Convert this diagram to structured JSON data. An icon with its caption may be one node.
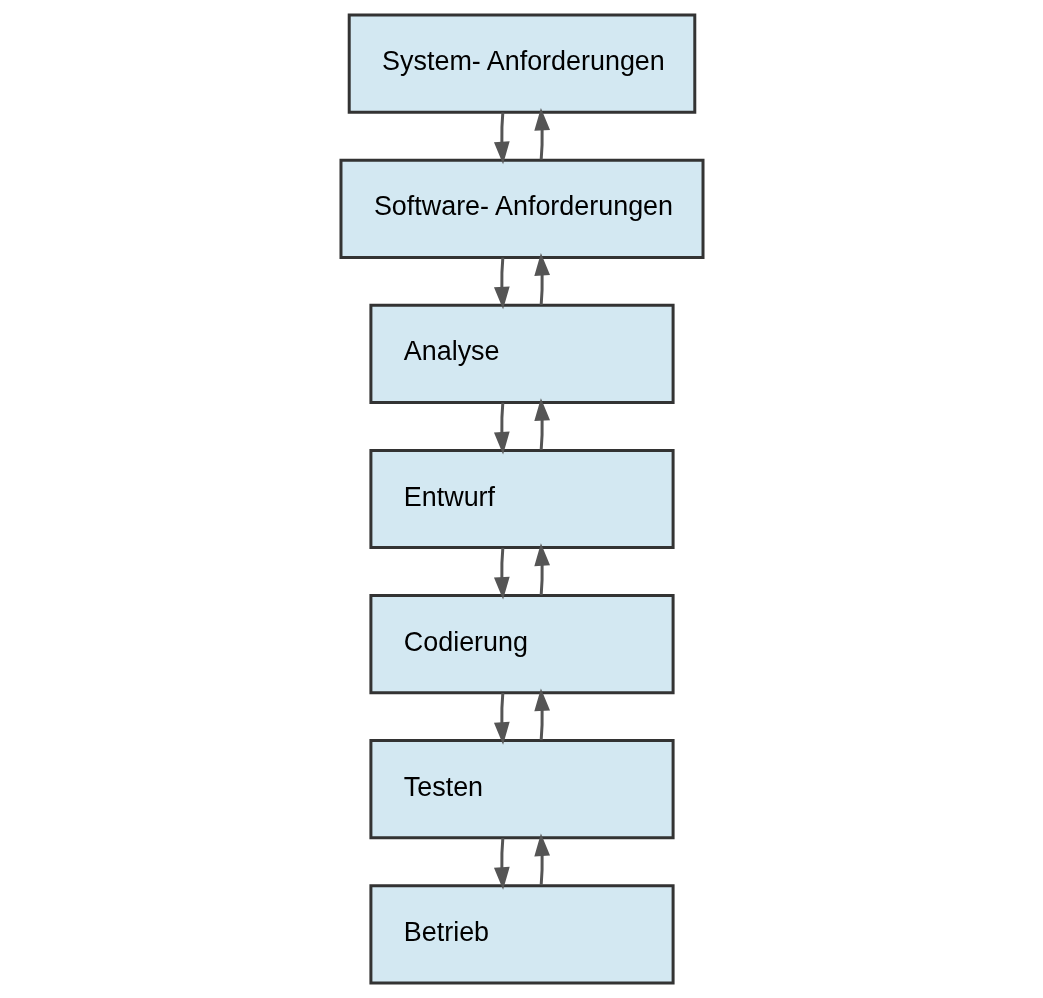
{
  "diagram": {
    "nodes": [
      {
        "text": [
          "System- Anforderungen"
        ]
      },
      {
        "text": [
          "Software- Anforderungen"
        ]
      },
      {
        "text": [
          "Analyse"
        ]
      },
      {
        "text": [
          "Entwurf"
        ]
      },
      {
        "text": [
          "Codierung"
        ]
      },
      {
        "text": [
          "Testen"
        ]
      },
      {
        "text": [
          "Betrieb"
        ]
      }
    ],
    "edges": [
      {
        "from": 0,
        "to": 1,
        "arrow": "to"
      },
      {
        "from": 1,
        "to": 0,
        "arrow": "to"
      },
      {
        "from": 1,
        "to": 2,
        "arrow": "to"
      },
      {
        "from": 2,
        "to": 1,
        "arrow": "to"
      },
      {
        "from": 2,
        "to": 3,
        "arrow": "to"
      },
      {
        "from": 3,
        "to": 2,
        "arrow": "to"
      },
      {
        "from": 3,
        "to": 4,
        "arrow": "to"
      },
      {
        "from": 4,
        "to": 3,
        "arrow": "to"
      },
      {
        "from": 4,
        "to": 5,
        "arrow": "to"
      },
      {
        "from": 5,
        "to": 4,
        "arrow": "to"
      },
      {
        "from": 5,
        "to": 6,
        "arrow": "to"
      },
      {
        "from": 6,
        "to": 5,
        "arrow": "to"
      }
    ]
  }
}
